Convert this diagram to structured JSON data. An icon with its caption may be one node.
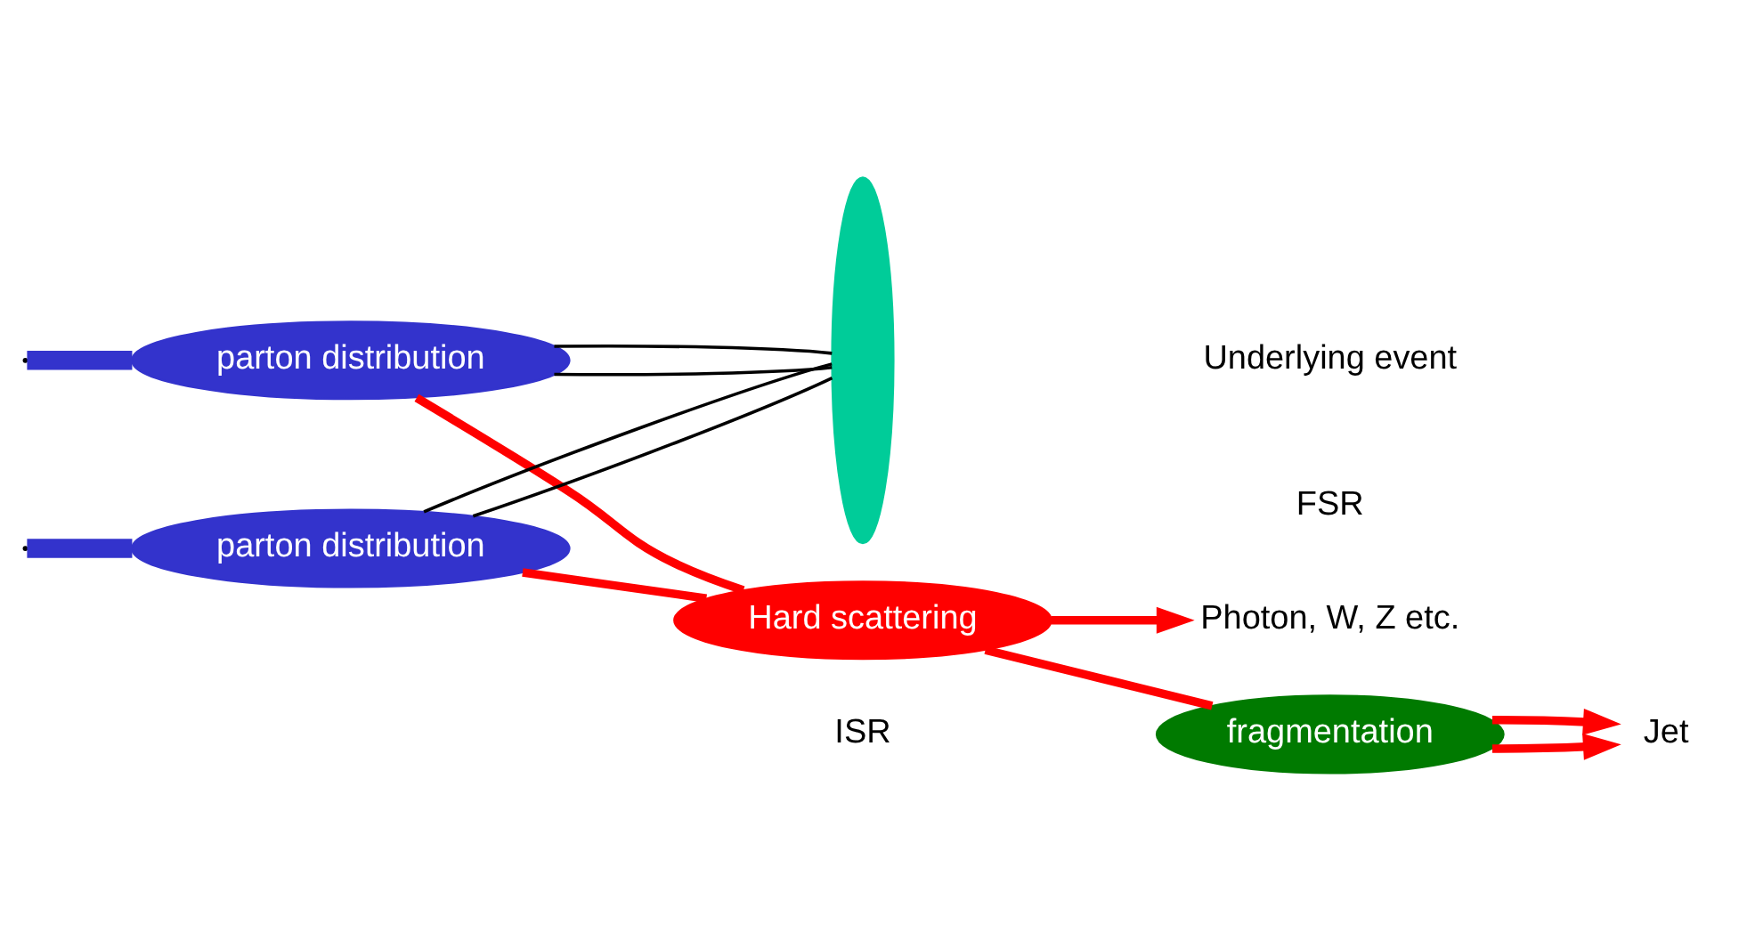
{
  "diagram": {
    "nodes": [
      {
        "text": [
          "parton distribution"
        ]
      },
      {
        "text": [
          "parton distribution"
        ]
      },
      {
        "text": [
          "Hard scattering"
        ]
      },
      {
        "text": [
          "Photon, W, Z etc."
        ]
      },
      {
        "text": [
          "fragmentation"
        ]
      },
      {
        "text": [
          "Jet"
        ]
      },
      {
        "text": [],
        "shape": "ellipse"
      }
    ],
    "edges": [
      {
        "from": null,
        "to": 0,
        "arrow": "none",
        "style": "thick",
        "color": "#3333cc"
      },
      {
        "from": null,
        "to": 1,
        "arrow": "none",
        "style": "thick",
        "color": "#3333cc"
      },
      {
        "from": 0,
        "to": 2,
        "arrow": "none"
      },
      {
        "from": 1,
        "to": 2,
        "arrow": "none"
      },
      {
        "from": 2,
        "to": 3,
        "arrow": "to"
      },
      {
        "from": 2,
        "to": 4,
        "arrow": "none"
      },
      {
        "from": 4,
        "to": 5,
        "arrow": "to"
      },
      {
        "from": 4,
        "to": 5,
        "arrow": "to"
      },
      {
        "from": 0,
        "to": 6,
        "arrow": "none",
        "color": "#000000"
      },
      {
        "from": 0,
        "to": 6,
        "arrow": "none",
        "color": "#000000"
      },
      {
        "from": 1,
        "to": 6,
        "arrow": "none",
        "color": "#000000"
      },
      {
        "from": 1,
        "to": 6,
        "arrow": "none",
        "color": "#000000"
      }
    ],
    "labels": [
      "ISR",
      "FSR",
      "Underlying event"
    ]
  }
}
